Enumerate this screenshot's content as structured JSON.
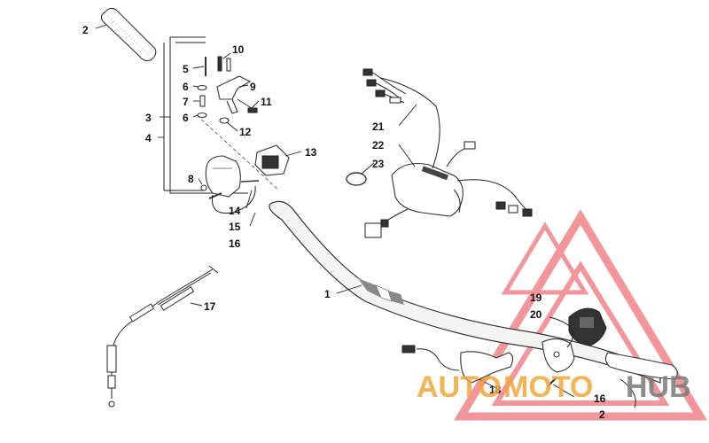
{
  "callouts": {
    "c1": "1",
    "c2a": "2",
    "c2b": "2",
    "c3": "3",
    "c4": "4",
    "c5": "5",
    "c6a": "6",
    "c6b": "6",
    "c7": "7",
    "c8": "8",
    "c9": "9",
    "c10": "10",
    "c11": "11",
    "c12": "12",
    "c13": "13",
    "c14": "14",
    "c15": "15",
    "c16a": "16",
    "c16b": "16",
    "c17": "17",
    "c18": "18",
    "c19": "19",
    "c20": "20",
    "c21": "21",
    "c22": "22",
    "c23": "23"
  },
  "watermark": {
    "part1": "AUTO",
    "part2": "MOTO",
    "part3": "HUB",
    "color_red": "#e8424a",
    "color_orange": "#f2a63a",
    "color_gray": "#7a7a7a"
  }
}
